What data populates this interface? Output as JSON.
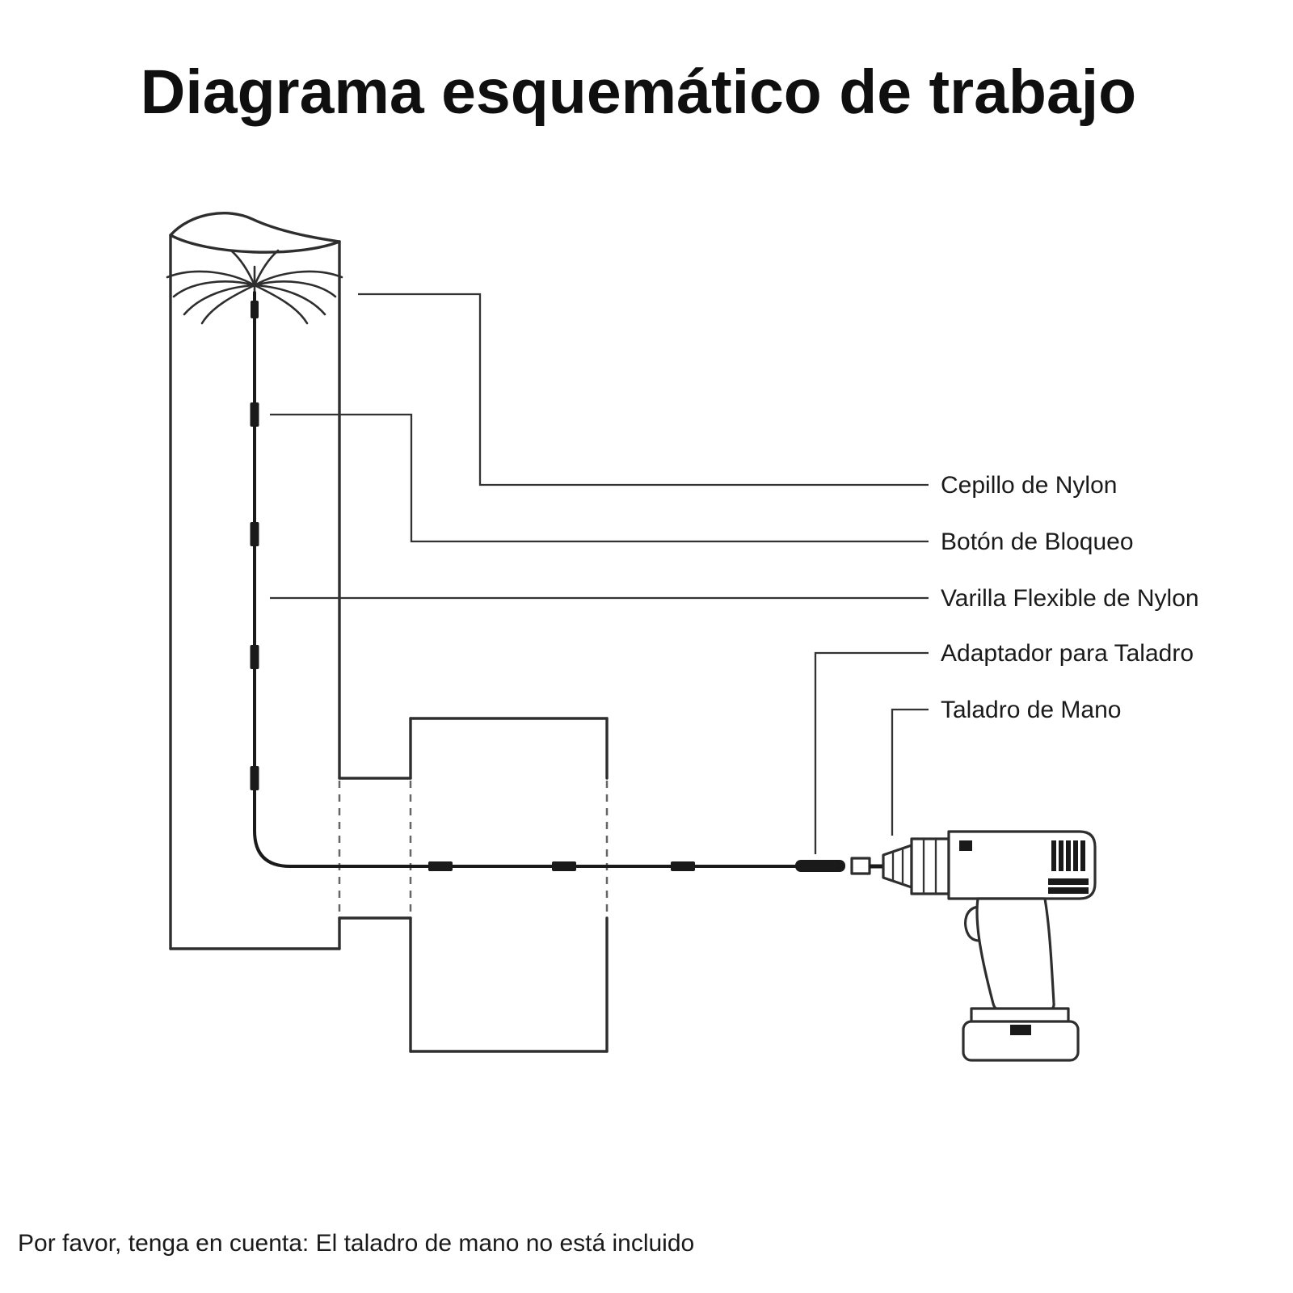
{
  "title": "Diagrama esquemático de trabajo",
  "labels": {
    "brush": "Cepillo de Nylon",
    "lock": "Botón de Bloqueo",
    "rod": "Varilla Flexible de Nylon",
    "adapter": "Adaptador para Taladro",
    "drill": "Taladro de Mano"
  },
  "note": "Por favor, tenga en cuenta: El taladro de mano no está incluido",
  "colors": {
    "background": "#ffffff",
    "line": "#2e2e2e",
    "text": "#1a1a1a",
    "dashed_line": "#666666"
  }
}
